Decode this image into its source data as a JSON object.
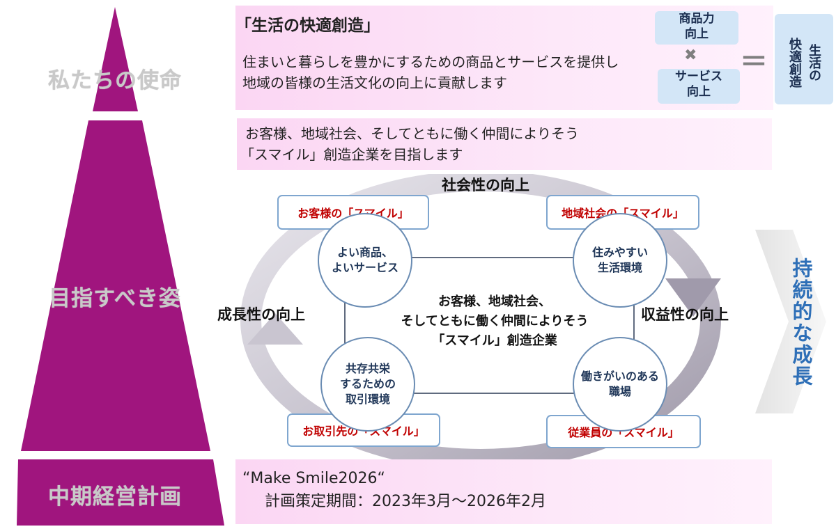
{
  "pyramid": {
    "mission_label": "私たちの使命",
    "vision_label": "目指すべき姿",
    "plan_label": "中期経営計画",
    "color": "#a0157e"
  },
  "mission": {
    "title": "「生活の快適創造」",
    "line1": "住まいと暮らしを豊かにするための商品とサービスを提供し",
    "line2": "地域の皆様の生活文化の向上に貢献します",
    "chip_product": "商品力\n向上",
    "times_symbol": "✖",
    "chip_service": "サービス\n向上",
    "equals_symbol": "＝",
    "result_col1": "生活の",
    "result_col2": "快適創造"
  },
  "vision": {
    "line1": "お客様、地域社会、そしてともに働く仲間によりそう",
    "line2": "「スマイル」創造企業を目指します"
  },
  "cycle": {
    "top_label": "社会性の向上",
    "left_label": "成長性の向上",
    "right_label": "収益性の向上",
    "stakeholders": {
      "customer": "お客様の「スマイル」",
      "community": "地域社会の「スマイル」",
      "partner": "お取引先の「スマイル」",
      "employee": "従業員の「スマイル」"
    },
    "circles": {
      "goods": "よい商品、\nよいサービス",
      "living": "住みやすい\n生活環境",
      "trade": "共存共栄\nするための\n取引環境",
      "workplace": "働きがいのある\n職場"
    },
    "center": "お客様、地域社会、\nそしてともに働く仲間によりそう\n「スマイル」創造企業"
  },
  "growth_label": "持続的な成長",
  "plan": {
    "name": "“Make Smile2026“",
    "period": "計画策定期間：2023年3月～2026年2月"
  }
}
